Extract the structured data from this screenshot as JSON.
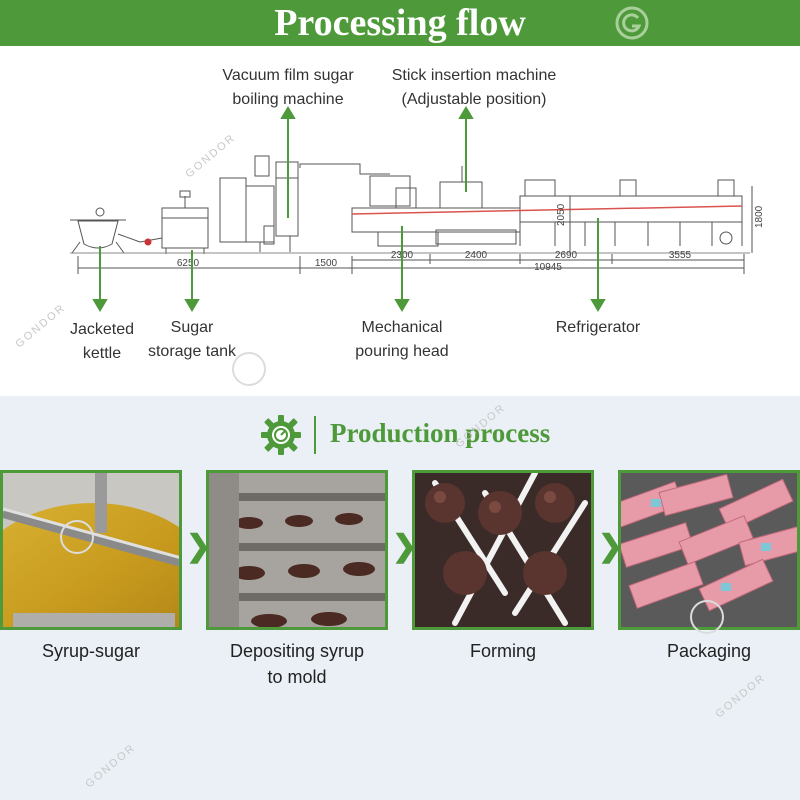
{
  "header": {
    "title": "Processing flow"
  },
  "watermark_text": "GONDOR",
  "flow": {
    "callouts": {
      "vacuum_machine": "Vacuum film sugar\nboiling machine",
      "stick_machine": "Stick insertion machine\n(Adjustable position)",
      "jacketed_kettle": "Jacketed\nkettle",
      "sugar_tank": "Sugar\nstorage tank",
      "pouring_head": "Mechanical\npouring head",
      "refrigerator": "Refrigerator"
    },
    "dimensions": {
      "d1": "6250",
      "d2": "1500",
      "d3": "2300",
      "d4": "2400",
      "d5": "2690",
      "d6": "3555",
      "total": "10945",
      "height1": "2050",
      "height2": "1800"
    }
  },
  "process": {
    "title": "Production process",
    "arrow_glyph": "❯",
    "steps": [
      {
        "label": "Syrup-sugar"
      },
      {
        "label": "Depositing syrup\nto mold"
      },
      {
        "label": "Forming"
      },
      {
        "label": "Packaging"
      }
    ]
  },
  "colors": {
    "accent": "#4e9a3a",
    "band": "#eaf0f6",
    "machine_line": "#555555",
    "dim_red": "#d9534f"
  }
}
